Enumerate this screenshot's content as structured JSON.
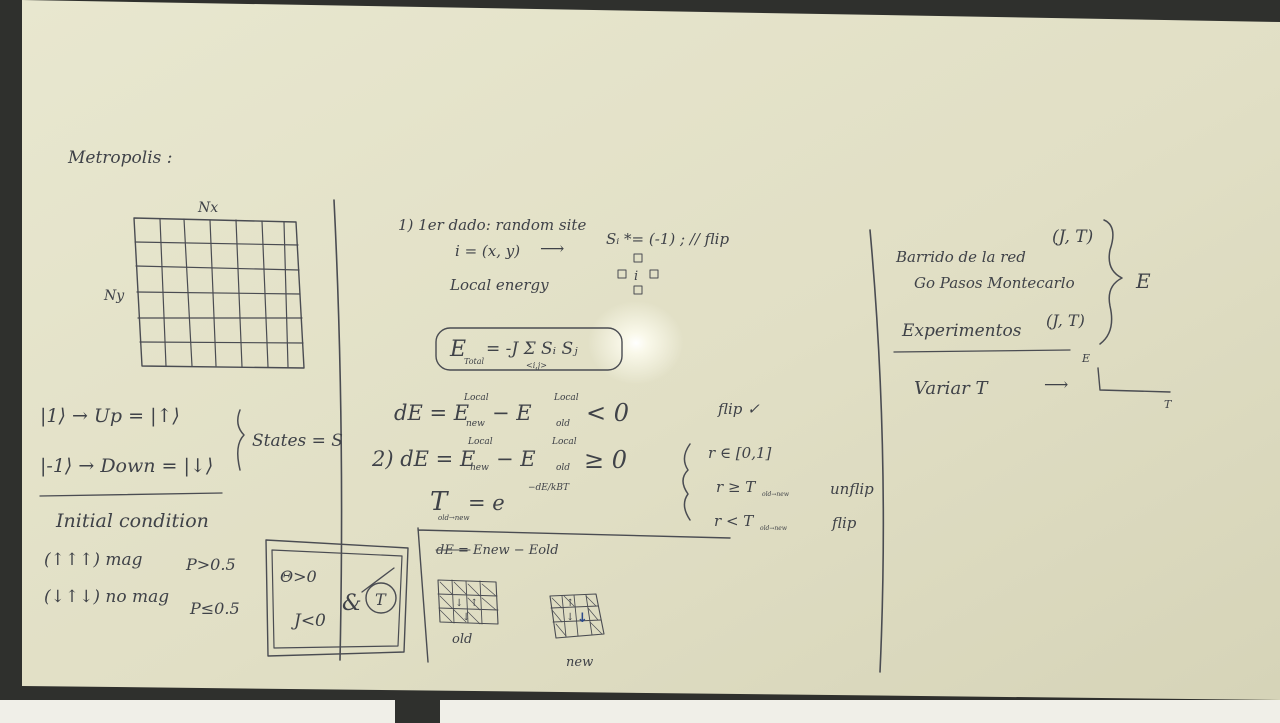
{
  "colors": {
    "board": "#e3e2c8",
    "frame": "#2f302d",
    "ink": "#3f4248",
    "blue_ink": "#2d4a8a",
    "glare": "#ffffff"
  },
  "left_panel": {
    "title": "Metropolis :",
    "grid_x_label": "Nx",
    "grid_y_label": "Ny",
    "state_up": "|1⟩ → Up = |↑⟩",
    "state_down": "|-1⟩ → Down = |↓⟩",
    "states_label": "States = S",
    "initial_condition": "Initial condition",
    "mag_row": "(↑↑↑) mag",
    "mag_prob": "P>0.5",
    "nomag_row": "(↓↑↓) no mag",
    "nomag_prob": "P≤0.5",
    "box_theta": "Θ>0",
    "box_j": "J<0",
    "box_and": "&",
    "box_t": "T"
  },
  "middle_panel": {
    "step1": "1)  1er dado: random site",
    "site": "i = (x, y)",
    "arrow": "⟶",
    "flip_rule": "Sᵢ *= (-1) ; // flip",
    "local_energy": "Local energy",
    "hamiltonian_e": "E",
    "hamiltonian_sub": "Total",
    "hamiltonian_rhs": "= -J Σ  Sᵢ Sⱼ",
    "hamiltonian_sum_sub": "<i,j>",
    "de_line1_lhs": "dE = E",
    "de_line1_new": "new",
    "de_line1_mid": " − E",
    "de_line1_old": "old",
    "local_sup": "Local",
    "lt_zero": "< 0",
    "flip_ok": "flip ✓",
    "step2": "2)  dE = E",
    "ge_zero": "≥ 0",
    "transition_t": "T",
    "transition_sub": "old→new",
    "transition_eq": "=  e",
    "transition_exp": "−dE/kBT",
    "cond_r_range": "r ∈ [0,1]",
    "cond_r_ge": "r ≥ T",
    "cond_r_ge_sub": "old→new",
    "unflip": "unflip",
    "cond_r_lt": "r < T",
    "cond_r_lt_sub": "old→new",
    "flip": "flip",
    "bottom_de": "dE = Enew − Eold",
    "old_label": "old",
    "new_label": "new"
  },
  "right_panel": {
    "sweep": "Barrido de la red",
    "sweep_params": "(J, T)",
    "mc_steps": "Go Pasos Montecarlo",
    "experiments": "Experimentos",
    "experiments_params": "(J, T)",
    "brace_result": "E",
    "vary_t": "Variar T",
    "arrow": "⟶",
    "axis_e": "E",
    "axis_t": "T"
  }
}
